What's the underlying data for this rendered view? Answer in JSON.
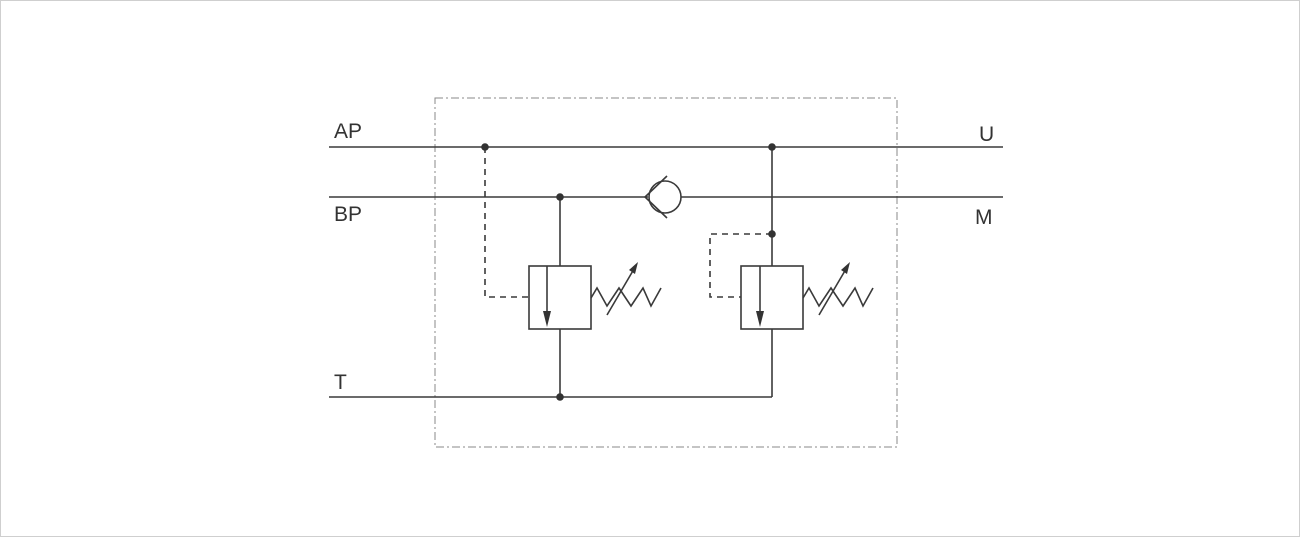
{
  "diagram": {
    "type": "hydraulic-schematic",
    "ports": {
      "ap": "AP",
      "bp": "BP",
      "t": "T",
      "u": "U",
      "m": "M"
    },
    "components": [
      "check-valve",
      "pressure-relief-valve-1",
      "pressure-relief-valve-2"
    ],
    "colors": {
      "line": "#3a3a3a",
      "frame": "#888888",
      "border": "#cfcfcf"
    }
  }
}
